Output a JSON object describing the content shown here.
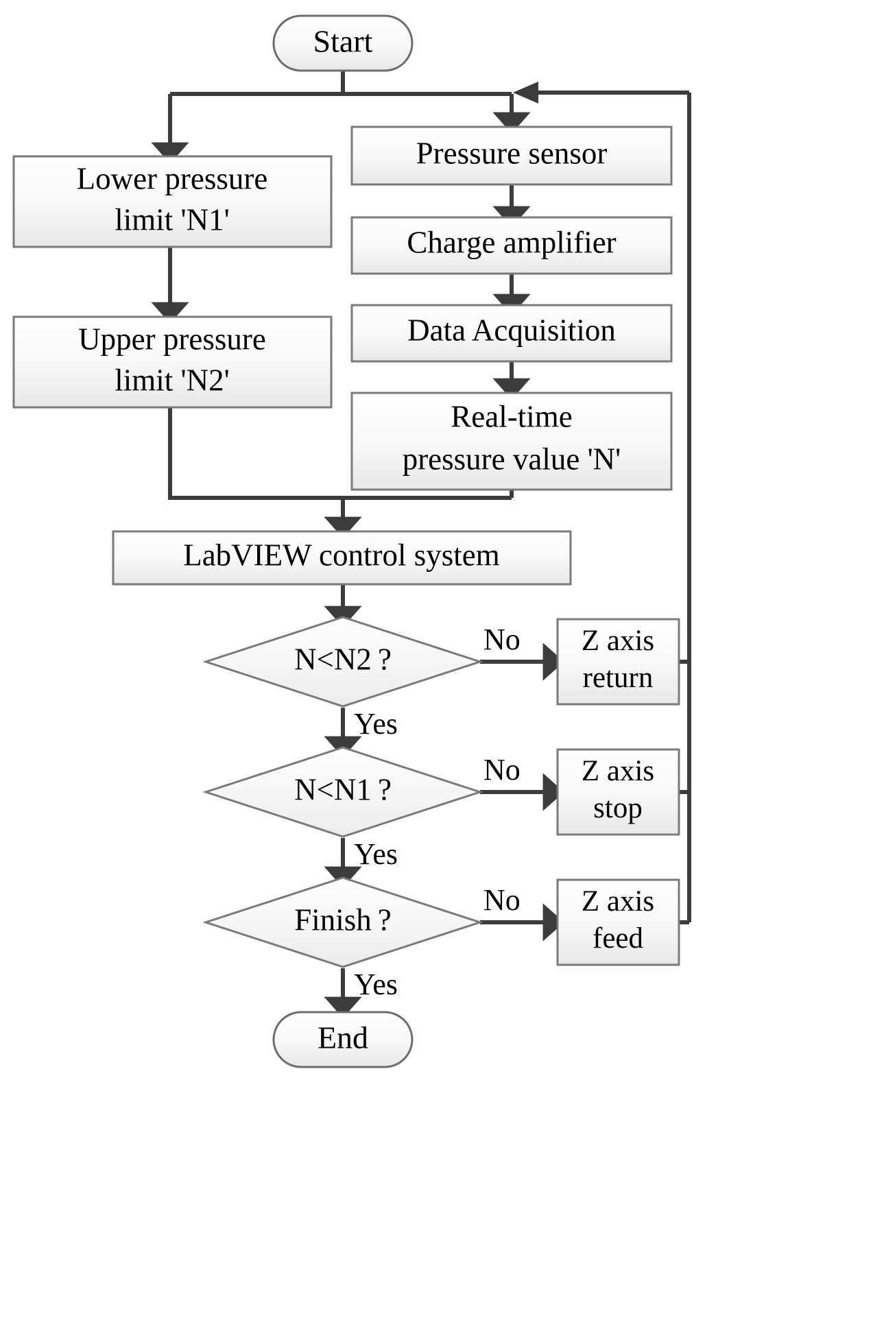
{
  "diagram": {
    "title": "Pressure-controlled LabVIEW Z-axis feed flowchart",
    "colors": {
      "node_fill_top": "#fdfdfd",
      "node_fill_bottom": "#ededed",
      "node_stroke": "#808080",
      "connector": "#3a3a3a",
      "text": "#000000",
      "background": "#ffffff"
    },
    "nodes": {
      "start": {
        "label": "Start",
        "shape": "stadium"
      },
      "lower_limit": {
        "label_line1": "Lower pressure",
        "label_line2": "limit 'N1'",
        "shape": "rect"
      },
      "upper_limit": {
        "label_line1": "Upper pressure",
        "label_line2": "limit 'N2'",
        "shape": "rect"
      },
      "pressure_sensor": {
        "label": "Pressure sensor",
        "shape": "rect"
      },
      "charge_amplifier": {
        "label": "Charge amplifier",
        "shape": "rect"
      },
      "data_acquisition": {
        "label": "Data Acquisition",
        "shape": "rect"
      },
      "realtime_value": {
        "label_line1": "Real-time",
        "label_line2": "pressure value 'N'",
        "shape": "rect"
      },
      "labview": {
        "label": "LabVIEW control system",
        "shape": "rect"
      },
      "decision_n_lt_n2": {
        "label": "N<N2 ?",
        "shape": "diamond"
      },
      "decision_n_lt_n1": {
        "label": "N<N1 ?",
        "shape": "diamond"
      },
      "decision_finish": {
        "label": "Finish ?",
        "shape": "diamond"
      },
      "z_axis_return": {
        "label_line1": "Z axis",
        "label_line2": "return",
        "shape": "rect"
      },
      "z_axis_stop": {
        "label_line1": "Z axis",
        "label_line2": "stop",
        "shape": "rect"
      },
      "z_axis_feed": {
        "label_line1": "Z axis",
        "label_line2": "feed",
        "shape": "rect"
      },
      "end": {
        "label": "End",
        "shape": "stadium"
      }
    },
    "edge_labels": {
      "no_1": "No",
      "no_2": "No",
      "no_3": "No",
      "yes_1": "Yes",
      "yes_2": "Yes",
      "yes_3": "Yes"
    }
  }
}
